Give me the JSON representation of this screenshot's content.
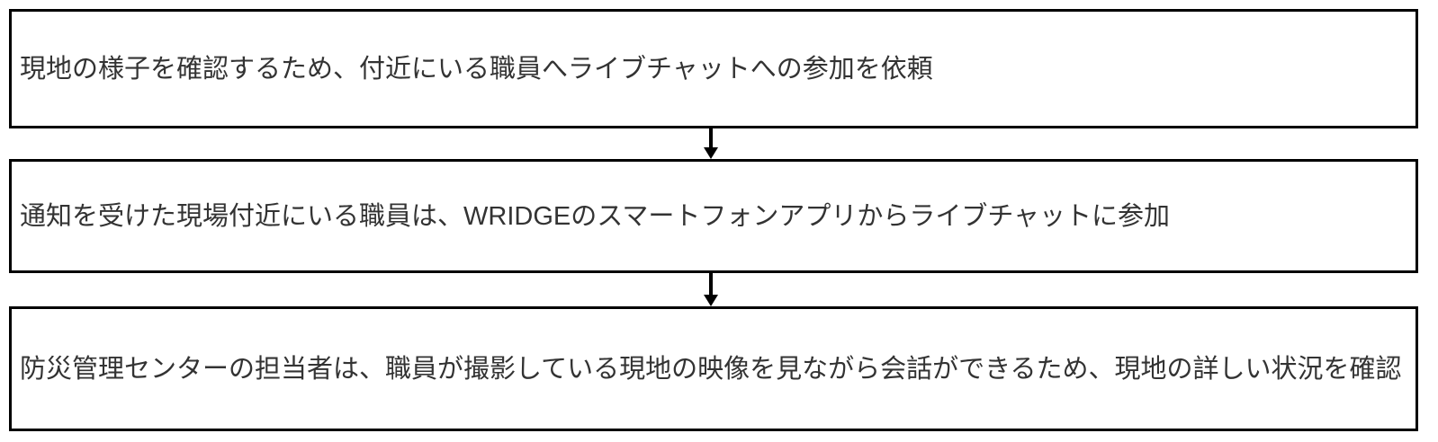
{
  "diagram": {
    "type": "flowchart",
    "orientation": "vertical",
    "background_color": "#ffffff",
    "node_border_color": "#000000",
    "node_fill_color": "#ffffff",
    "text_color": "#333333",
    "arrow_color": "#000000",
    "nodes": [
      {
        "id": "node-0",
        "shape": "rectangle",
        "text": "現地の様子を確認するため、付近にいる職員へライブチャットへの参加を依頼"
      },
      {
        "id": "node-1",
        "shape": "rectangle",
        "text": "通知を受けた現場付近にいる職員は、WRIDGEのスマートフォンアプリからライブチャットに参加"
      },
      {
        "id": "node-2",
        "shape": "rectangle",
        "text": "防災管理センターの担当者は、職員が撮影している現地の映像を見ながら会話ができるため、現地の詳しい状況を確認"
      }
    ],
    "connectors": [
      {
        "id": "arrow-0",
        "from": "node-0",
        "to": "node-1",
        "style": "solid-arrow-down",
        "label": ""
      },
      {
        "id": "arrow-1",
        "from": "node-1",
        "to": "node-2",
        "style": "solid-arrow-down",
        "label": ""
      }
    ]
  }
}
